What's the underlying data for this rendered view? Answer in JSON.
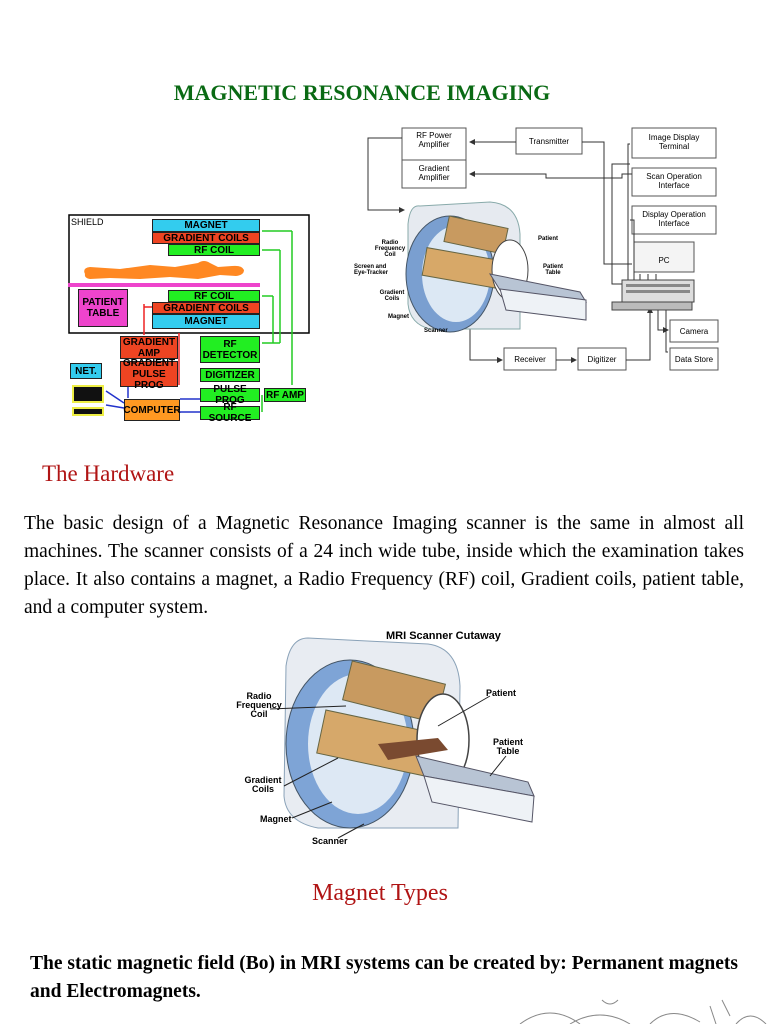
{
  "title": "MAGNETIC RESONANCE IMAGING",
  "block_diagram": {
    "shield": "SHIELD",
    "magnet_top": "MAGNET",
    "gradient_coils_top": "GRADIENT COILS",
    "rf_coil_top": "RF COIL",
    "patient_table": "PATIENT TABLE",
    "rf_coil_bottom": "RF COIL",
    "gradient_coils_bottom": "GRADIENT COILS",
    "magnet_bottom": "MAGNET",
    "gradient_amp": "GRADIENT AMP",
    "rf_detector": "RF DETECTOR",
    "gradient_pulse_prog": "GRADIENT PULSE PROG",
    "digitizer": "DIGITIZER",
    "net": "NET.",
    "computer": "COMPUTER",
    "pulse_prog": "PULSE PROG",
    "rf_amp": "RF AMP",
    "rf_source": "RF SOURCE",
    "colors": {
      "cyan": "#33ccee",
      "red": "#ee4422",
      "green": "#22ee22",
      "orange": "#ff9922",
      "pink": "#ee44cc"
    }
  },
  "system_diagram": {
    "rf_power_amplifier": "RF Power Amplifier",
    "transmitter": "Transmitter",
    "image_display_terminal": "Image Display Terminal",
    "gradient_amplifier": "Gradient Amplifier",
    "scan_operation_interface": "Scan Operation Interface",
    "display_operation_interface": "Display Operation Interface",
    "pc": "PC",
    "camera": "Camera",
    "receiver": "Receiver",
    "digitizer": "Digitizer",
    "data_store": "Data Store",
    "labels": {
      "radio_frequency_coil": "Radio Frequency Coil",
      "screen_eye_tracker": "Screen and Eye-Tracker",
      "gradient_coils": "Gradient Coils",
      "magnet": "Magnet",
      "scanner": "Scanner",
      "patient": "Patient",
      "patient_table": "Patient Table"
    }
  },
  "hardware_heading": "The Hardware",
  "hardware_text": "The basic design of a Magnetic Resonance Imaging scanner is the same in almost all machines. The scanner consists of a 24 inch wide tube, inside which the examination takes place. It also contains a magnet, a Radio Frequency (RF) coil, Gradient coils, patient table, and a computer system.",
  "cutaway": {
    "title": "MRI Scanner Cutaway",
    "radio_frequency_coil": "Radio Frequency Coil",
    "patient": "Patient",
    "patient_table": "Patient Table",
    "gradient_coils": "Gradient Coils",
    "magnet": "Magnet",
    "scanner": "Scanner"
  },
  "magnet_heading": "Magnet Types",
  "magnet_text": "The static magnetic field (Bo) in MRI systems can be created by: Permanent magnets and Electromagnets."
}
